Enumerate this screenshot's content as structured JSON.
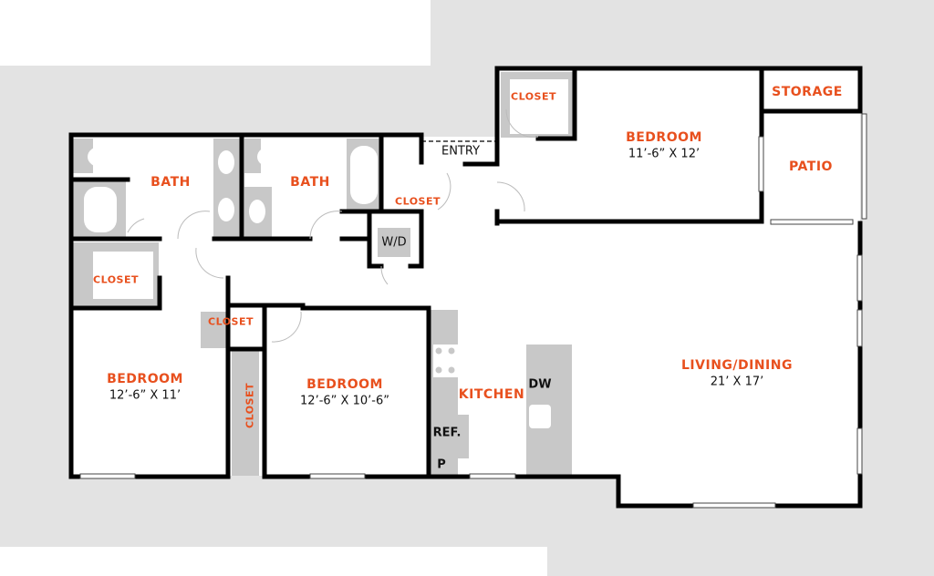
{
  "rooms": {
    "bath1": "BATH",
    "bath2": "BATH",
    "entry": "ENTRY",
    "closet_entry": "CLOSET",
    "closet_bed_top": "CLOSET",
    "closet_left": "CLOSET",
    "closet_hall": "CLOSET",
    "closet_vertical": "CLOSET",
    "wd": "W/D",
    "bedroom_top": {
      "name": "BEDROOM",
      "dims": "11’-6” X 12’"
    },
    "storage": "STORAGE",
    "patio": "PATIO",
    "bedroom_left": {
      "name": "BEDROOM",
      "dims": "12’-6” X 11’"
    },
    "bedroom_mid": {
      "name": "BEDROOM",
      "dims": "12’-6” X 10’-6”"
    },
    "kitchen": "KITCHEN",
    "dw": "DW",
    "ref": "REF.",
    "pantry": "P",
    "living": {
      "name": "LIVING/DINING",
      "dims": "21’ X 17’"
    }
  },
  "colors": {
    "label": "#e8501e",
    "wall": "#000000",
    "fixture": "#c8c8c8",
    "surround": "#e3e3e3"
  }
}
